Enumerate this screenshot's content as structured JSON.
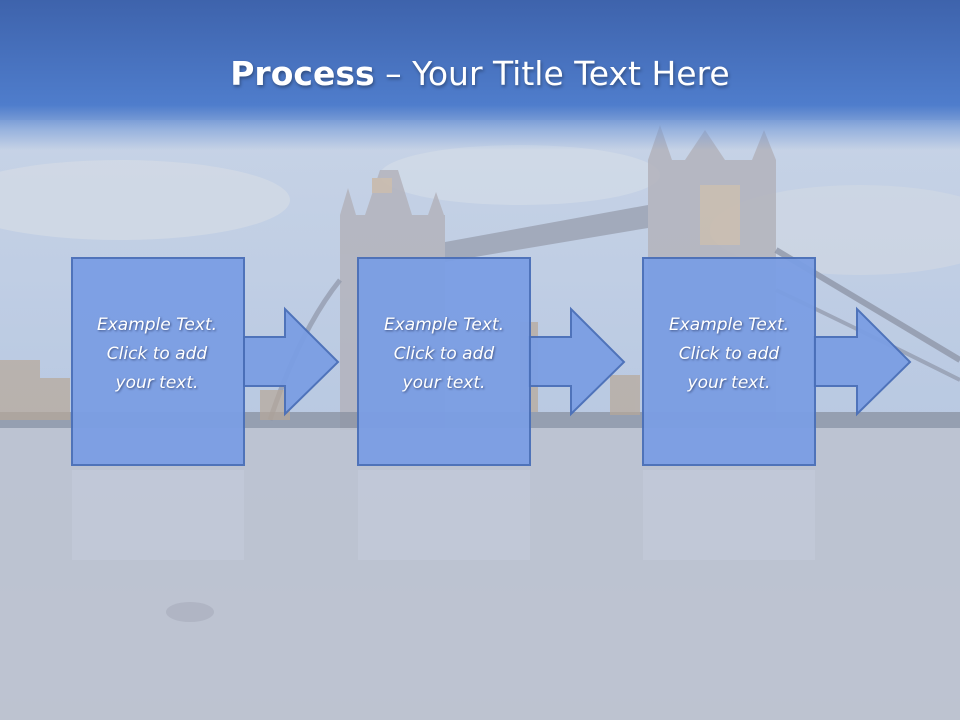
{
  "slide": {
    "title_bold": "Process",
    "title_rest": " – Your Title Text Here"
  },
  "steps": [
    {
      "lines": [
        "Example Text.",
        "Click  to add",
        "your text."
      ]
    },
    {
      "lines": [
        "Example Text.",
        "Click  to add",
        "your text."
      ]
    },
    {
      "lines": [
        "Example Text.",
        "Click  to add",
        "your text."
      ]
    }
  ],
  "colors": {
    "title_bar": "#4a78c8",
    "box_fill": "#7b9ee4",
    "box_border": "#4a6fb8",
    "text": "#ffffff"
  }
}
